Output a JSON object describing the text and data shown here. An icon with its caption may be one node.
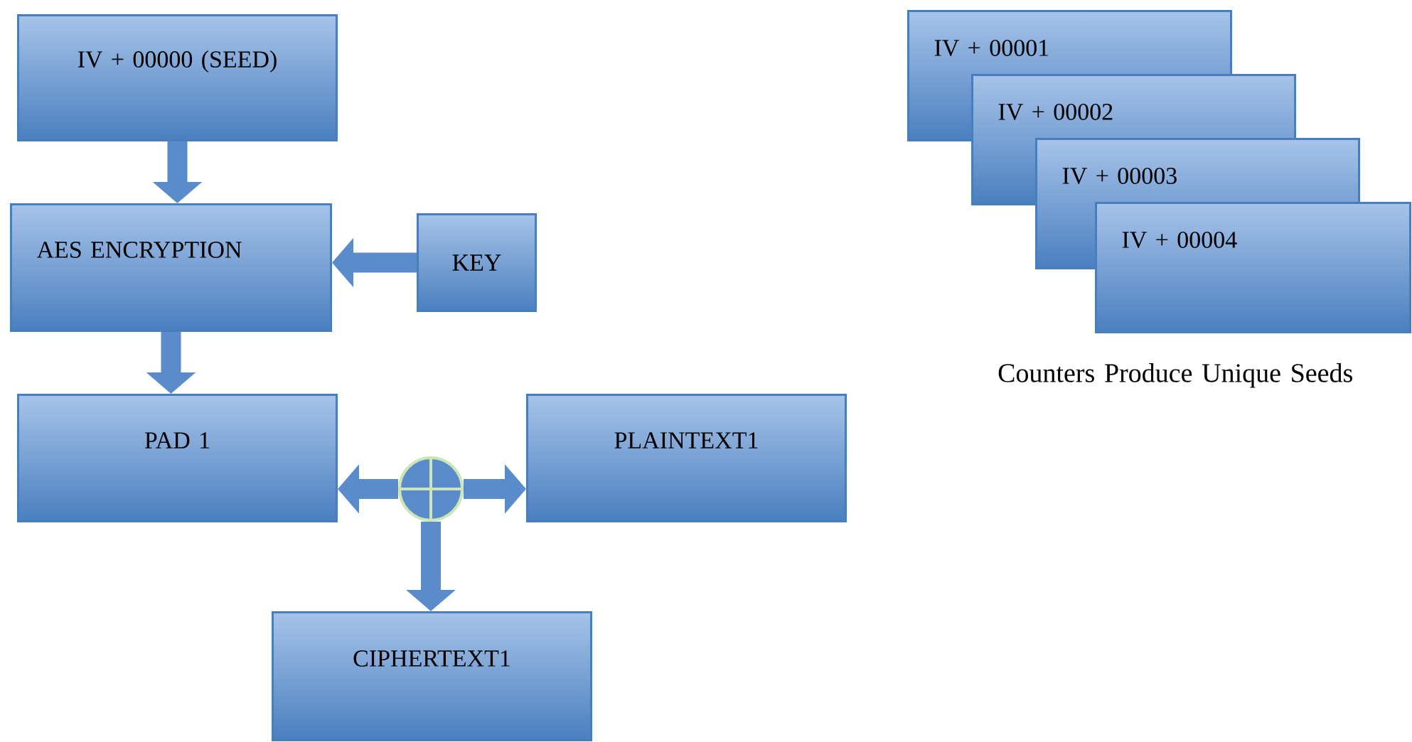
{
  "diagram": {
    "nodes": [
      {
        "text": [
          "IV + 00000 (SEED)"
        ]
      },
      {
        "text": [
          "AES ENCRYPTION"
        ]
      },
      {
        "text": [
          "KEY"
        ]
      },
      {
        "text": [
          "PAD 1"
        ]
      },
      {
        "text": [
          "PLAINTEXT1"
        ]
      },
      {
        "text": [],
        "shape": "circle"
      },
      {
        "text": [
          "CIPHERTEXT1"
        ]
      },
      {
        "text": [
          "IV + 00001"
        ]
      },
      {
        "text": [
          "IV + 00002"
        ]
      },
      {
        "text": [
          "IV + 00003"
        ]
      },
      {
        "text": [
          "IV + 00004"
        ]
      }
    ],
    "edges": [
      {
        "from": 0,
        "to": 1,
        "arrow": "to"
      },
      {
        "from": 2,
        "to": 1,
        "arrow": "to"
      },
      {
        "from": 1,
        "to": 3,
        "arrow": "to"
      },
      {
        "from": 5,
        "to": 3,
        "arrow": "to"
      },
      {
        "from": 5,
        "to": 4,
        "arrow": "to"
      },
      {
        "from": 5,
        "to": 6,
        "arrow": "to"
      }
    ],
    "labels": [
      "Counters Produce Unique Seeds"
    ]
  }
}
